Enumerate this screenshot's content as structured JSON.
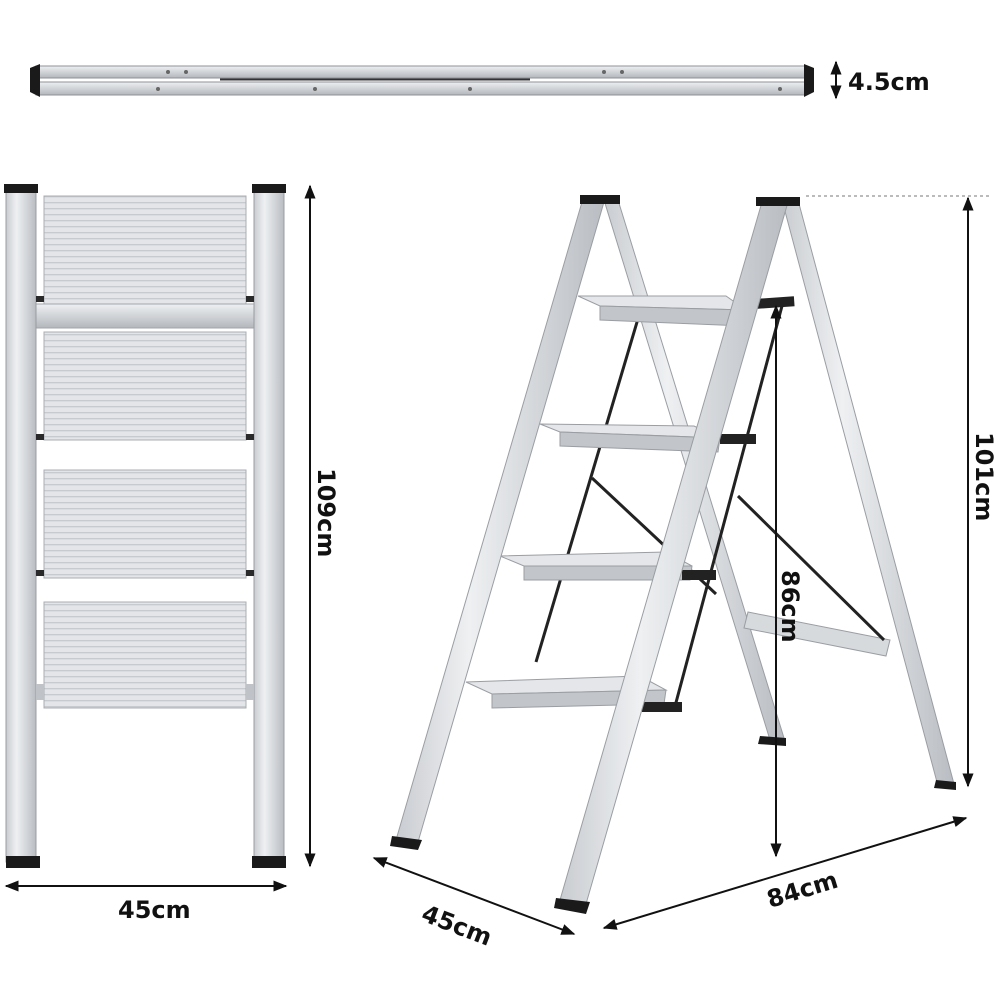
{
  "dimensions": {
    "folded_thickness": "4.5cm",
    "front_width": "45cm",
    "front_height": "109cm",
    "side_depth": "45cm",
    "side_base_length": "84cm",
    "side_height": "101cm",
    "top_step_height": "86cm"
  },
  "product": {
    "step_count": 4
  },
  "colors": {
    "aluminum": "#d9dcdf",
    "aluminum_dark": "#b7bbc0",
    "foot_cap": "#1a1a1a",
    "dimension_line": "#111111",
    "background": "#ffffff"
  }
}
